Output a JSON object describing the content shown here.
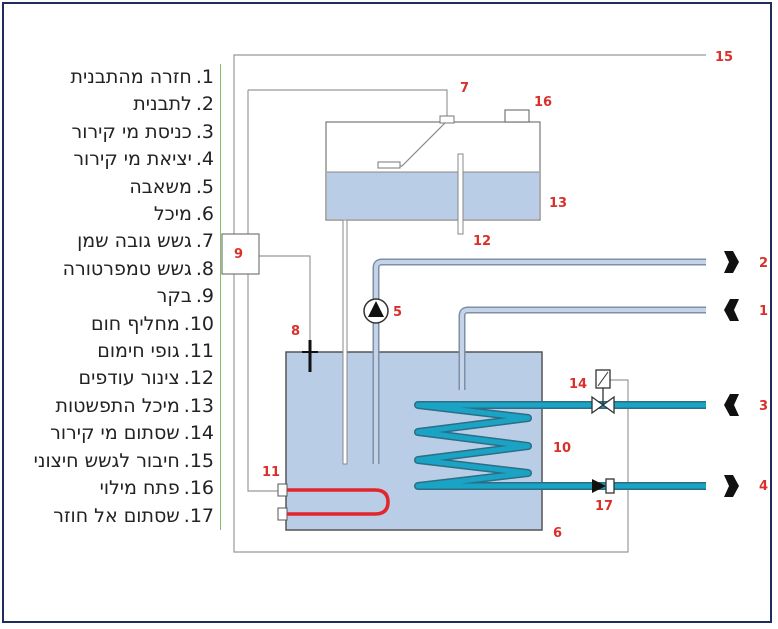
{
  "legend": [
    {
      "num": "1.",
      "text": "חזרה מהתבנית"
    },
    {
      "num": "2.",
      "text": "לתבנית"
    },
    {
      "num": "3.",
      "text": "כניסת מי קירור"
    },
    {
      "num": "4.",
      "text": "יציאת מי קירור"
    },
    {
      "num": "5.",
      "text": "משאבה"
    },
    {
      "num": "6.",
      "text": "מיכל"
    },
    {
      "num": "7.",
      "text": "גשש גובה שמן"
    },
    {
      "num": "8.",
      "text": "גשש טמפרטורה"
    },
    {
      "num": "9.",
      "text": "בקר"
    },
    {
      "num": "10.",
      "text": "מחליף חום"
    },
    {
      "num": "11.",
      "text": "גופי חימום"
    },
    {
      "num": "12.",
      "text": "צינור עודפים"
    },
    {
      "num": "13.",
      "text": "מיכל התפשטות"
    },
    {
      "num": "14.",
      "text": "שסתום מי קירור"
    },
    {
      "num": "15.",
      "text": "חיבור לגשש חיצוני"
    },
    {
      "num": "16.",
      "text": "פתח מילוי"
    },
    {
      "num": "17.",
      "text": "שסתום אל חוזר"
    }
  ],
  "diagram": {
    "labels": {
      "n1": "1",
      "n2": "2",
      "n3": "3",
      "n4": "4",
      "n5": "5",
      "n6": "6",
      "n7": "7",
      "n8": "8",
      "n9": "9",
      "n10": "10",
      "n11": "11",
      "n12": "12",
      "n13": "13",
      "n14": "14",
      "n15": "15",
      "n16": "16",
      "n17": "17"
    },
    "colors": {
      "tank_fill": "#b9cde6",
      "pipe_blue": "#1aa3c4",
      "heater_red": "#e3262b",
      "label_red": "#d9302b",
      "frame_navy": "#1f2d5c",
      "legend_rule": "#7cbf66"
    }
  }
}
